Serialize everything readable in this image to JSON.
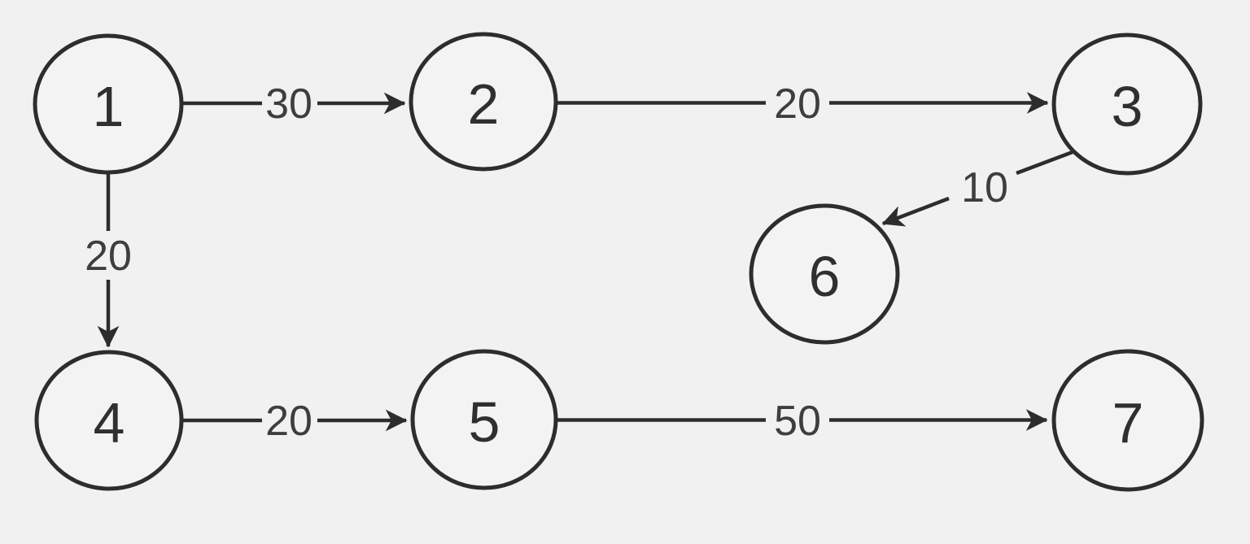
{
  "diagram": {
    "type": "weighted-directed-graph",
    "background_color": "#f1f1f2",
    "stroke_color": "#2d2d2d",
    "node_fill_color": "#f3f3f4",
    "node_text_color": "#2f2f2f",
    "edge_label_color": "#3e3e3e",
    "nodes": [
      {
        "id": "1",
        "label": "1"
      },
      {
        "id": "2",
        "label": "2"
      },
      {
        "id": "3",
        "label": "3"
      },
      {
        "id": "4",
        "label": "4"
      },
      {
        "id": "5",
        "label": "5"
      },
      {
        "id": "6",
        "label": "6"
      },
      {
        "id": "7",
        "label": "7"
      }
    ],
    "edges": [
      {
        "from": "1",
        "to": "2",
        "weight": "30"
      },
      {
        "from": "2",
        "to": "3",
        "weight": "20"
      },
      {
        "from": "1",
        "to": "4",
        "weight": "20"
      },
      {
        "from": "3",
        "to": "6",
        "weight": "10"
      },
      {
        "from": "4",
        "to": "5",
        "weight": "20"
      },
      {
        "from": "5",
        "to": "7",
        "weight": "50"
      }
    ]
  }
}
